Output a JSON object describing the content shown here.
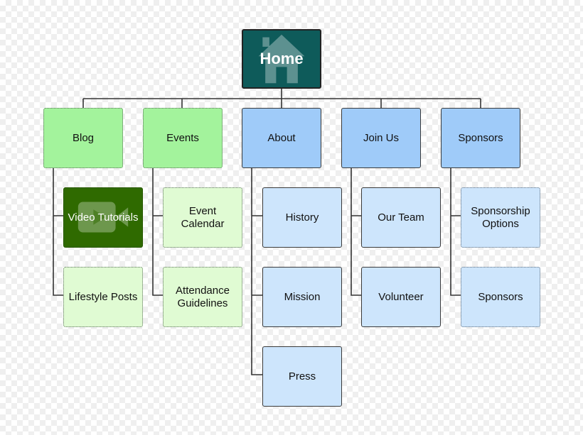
{
  "home": {
    "label": "Home",
    "icon": "house-icon"
  },
  "sections": {
    "blog": {
      "label": "Blog",
      "children": [
        "Video Tutorials",
        "Lifestyle Posts"
      ]
    },
    "events": {
      "label": "Events",
      "children": [
        "Event Calendar",
        "Attendance Guidelines"
      ]
    },
    "about": {
      "label": "About",
      "children": [
        "History",
        "Mission",
        "Press"
      ]
    },
    "join_us": {
      "label": "Join Us",
      "children": [
        "Our Team",
        "Volunteer"
      ]
    },
    "sponsors": {
      "label": "Sponsors",
      "children": [
        "Sponsorship Options",
        "Sponsors"
      ]
    }
  },
  "video_icon": "video-camera-icon",
  "colors": {
    "home": "#0e5b5a",
    "green": "#a3f39c",
    "light_green": "#e0fbd3",
    "dark_green": "#2f6a00",
    "blue": "#9fcbf9",
    "light_blue": "#cde5fc"
  }
}
